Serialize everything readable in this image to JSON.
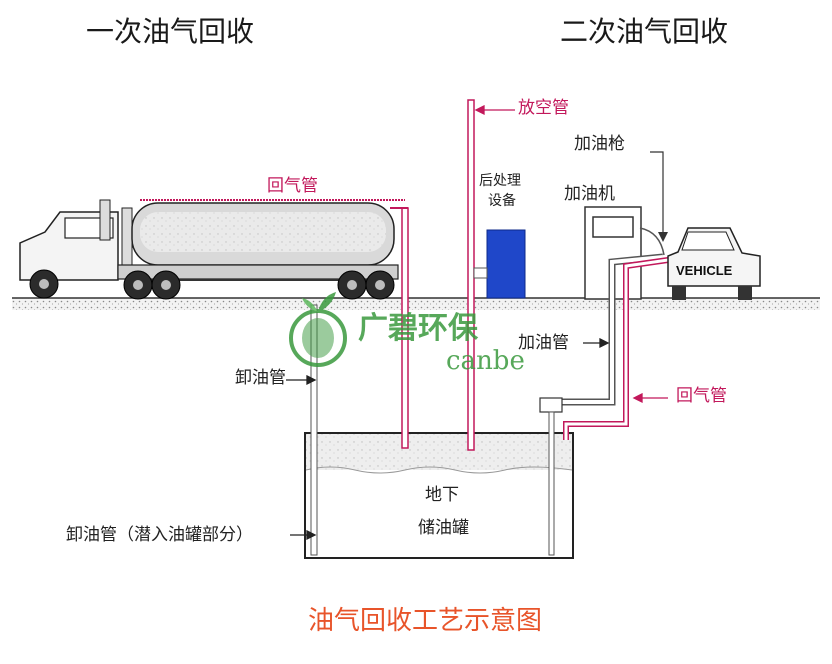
{
  "headings": {
    "left": "一次油气回收",
    "right": "二次油气回收"
  },
  "labels": {
    "vent_pipe": "放空管",
    "nozzle": "加油枪",
    "dispenser": "加油机",
    "treatment_equipment_line1": "后处理",
    "treatment_equipment_line2": "设备",
    "vapor_return_truck": "回气管",
    "vapor_return_vehicle": "回气管",
    "fueling_pipe": "加油管",
    "unloading_pipe": "卸油管",
    "unloading_pipe_submerged": "卸油管（潜入油罐部分）",
    "tank_line1": "地下",
    "tank_line2": "储油罐",
    "vehicle": "VEHICLE"
  },
  "watermark": {
    "brand": "广碧环保",
    "latin": "canbe"
  },
  "caption": "油气回收工艺示意图",
  "colors": {
    "accent_pink": "#c2185b",
    "treatment_blue": "#1f47c9",
    "caption_orange": "#e8542a",
    "watermark_green": "#3a9a3e"
  }
}
